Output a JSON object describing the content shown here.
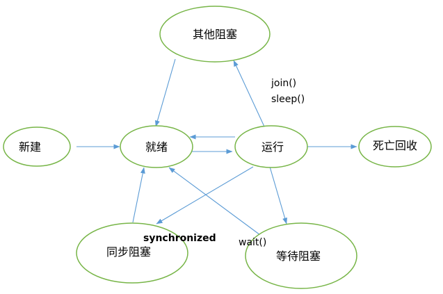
{
  "colors": {
    "node_border": "#77b547",
    "edge": "#5b9bd5",
    "text": "#000000",
    "background": "#ffffff"
  },
  "nodes": {
    "other_blocked": "其他阻塞",
    "new": "新建",
    "ready": "就绪",
    "running": "运行",
    "dead": "死亡回收",
    "sync_blocked": "同步阻塞",
    "wait_blocked": "等待阻塞"
  },
  "edge_labels": {
    "join": "join()",
    "sleep": "sleep()",
    "synchronized": "synchronized",
    "wait": "wait()"
  },
  "edges": [
    {
      "from": "new",
      "to": "ready"
    },
    {
      "from": "ready",
      "to": "running"
    },
    {
      "from": "running",
      "to": "ready"
    },
    {
      "from": "running",
      "to": "dead"
    },
    {
      "from": "running",
      "to": "other_blocked",
      "label": "join() / sleep()"
    },
    {
      "from": "other_blocked",
      "to": "ready"
    },
    {
      "from": "running",
      "to": "sync_blocked",
      "label": "synchronized"
    },
    {
      "from": "sync_blocked",
      "to": "ready"
    },
    {
      "from": "running",
      "to": "wait_blocked"
    },
    {
      "from": "wait_blocked",
      "to": "ready",
      "label": "wait()"
    }
  ]
}
